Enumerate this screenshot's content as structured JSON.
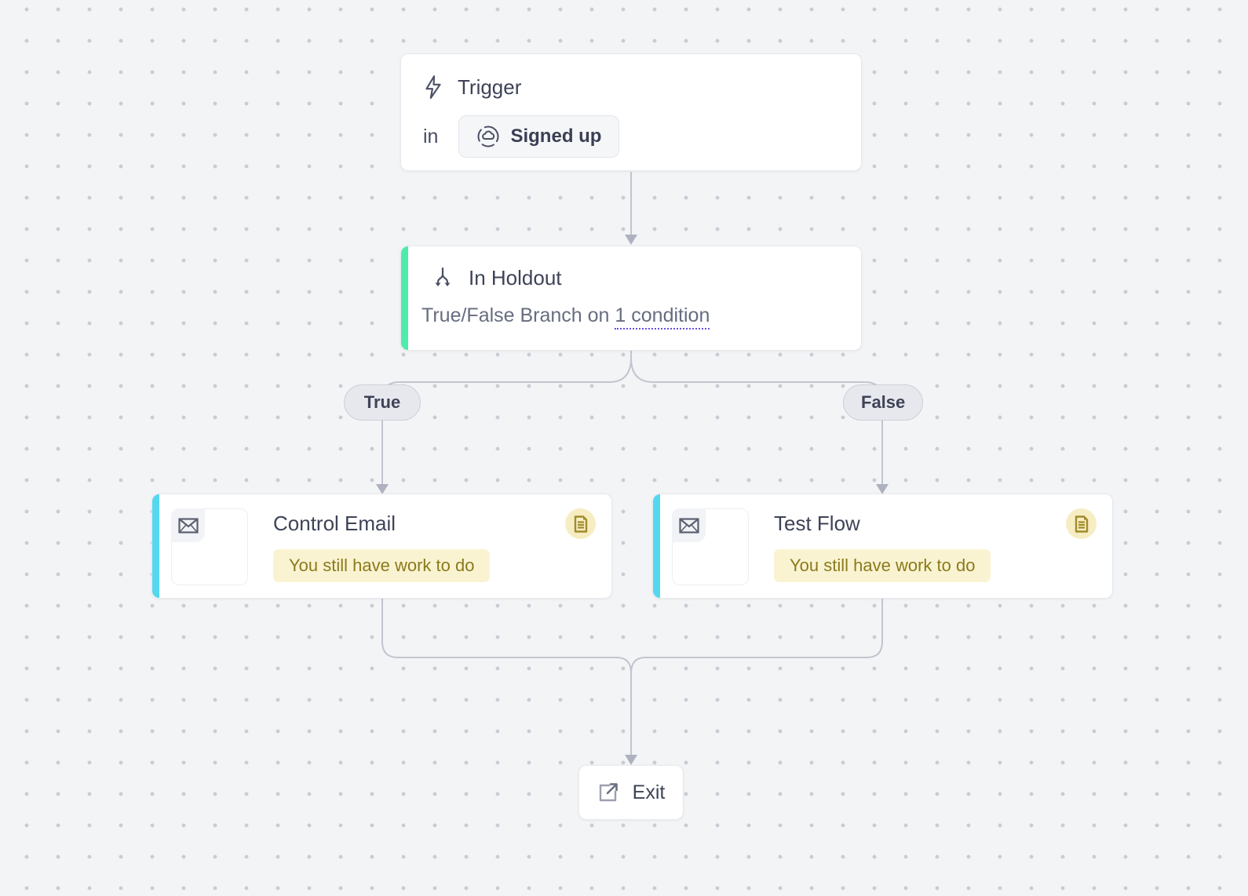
{
  "canvas": {
    "background_color": "#f3f4f6",
    "dot_color": "#c9ccd5",
    "connector_color": "#c2c5d0",
    "arrowhead_color": "#aeb2bf"
  },
  "nodes": {
    "trigger": {
      "title": "Trigger",
      "icon": "lightning-bolt-icon",
      "prefix_label": "in",
      "event_chip": {
        "label": "Signed up",
        "icon": "segment-cloud-icon"
      }
    },
    "holdout": {
      "title": "In Holdout",
      "icon": "branch-split-icon",
      "subtitle_prefix": "True/False Branch on ",
      "condition_link": "1 condition",
      "accent_color": "#4deca8",
      "link_underline_color": "#6c4ee0"
    },
    "branch_labels": {
      "true": "True",
      "false": "False"
    },
    "control_email": {
      "title": "Control Email",
      "icon": "envelope-icon",
      "status": "You still have work to do",
      "status_bg": "#faf3d1",
      "status_text_color": "#8b7a1c",
      "draft_icon": "document-draft-icon",
      "accent_color": "#55d7f0"
    },
    "test_flow": {
      "title": "Test Flow",
      "icon": "envelope-icon",
      "status": "You still have work to do",
      "status_bg": "#faf3d1",
      "status_text_color": "#8b7a1c",
      "draft_icon": "document-draft-icon",
      "accent_color": "#55d7f0"
    },
    "exit": {
      "title": "Exit",
      "icon": "external-link-icon"
    }
  }
}
